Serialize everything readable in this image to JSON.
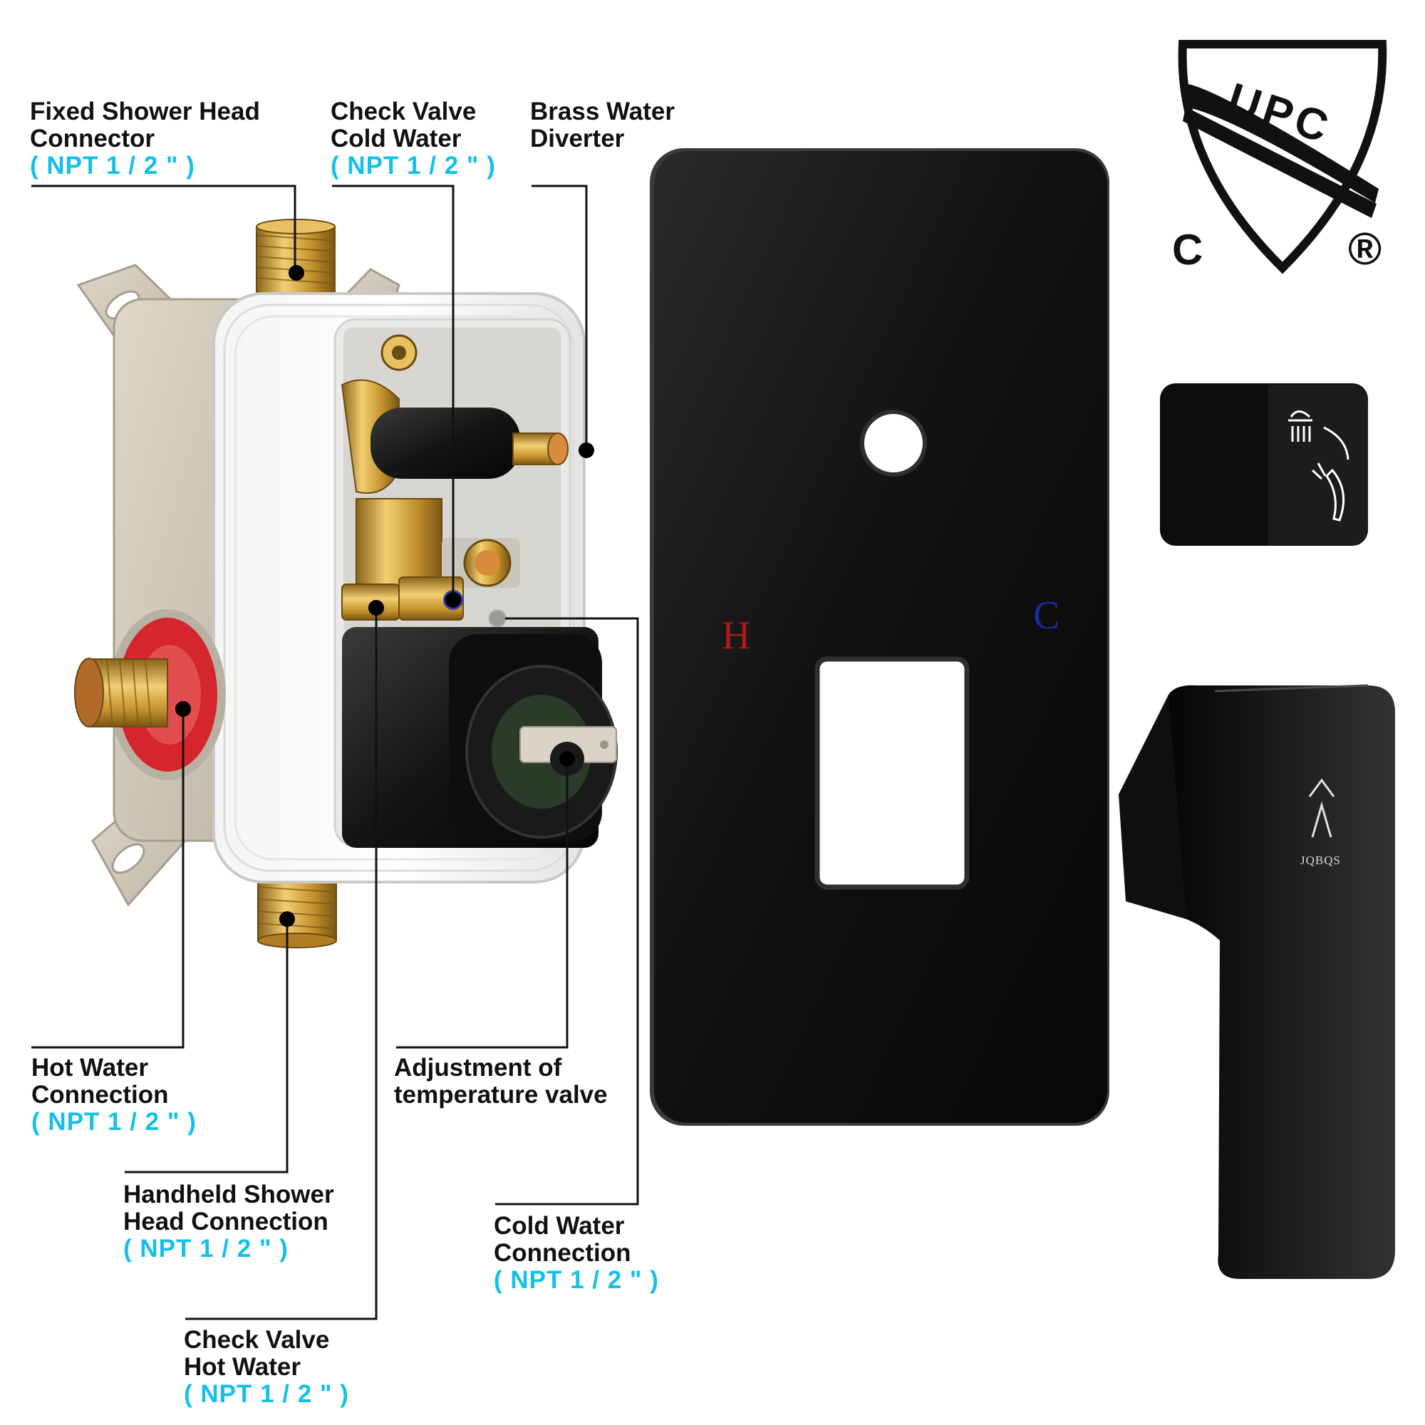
{
  "callouts": [
    {
      "id": "fixed-shower-head-connector",
      "lines": [
        "Fixed Shower Head",
        "Connector"
      ],
      "spec": "( NPT 1 / 2 \" )"
    },
    {
      "id": "check-valve-cold-water",
      "lines": [
        "Check Valve",
        "Cold Water"
      ],
      "spec": "( NPT 1 / 2 \" )"
    },
    {
      "id": "brass-water-diverter",
      "lines": [
        "Brass Water",
        "Diverter"
      ],
      "spec": ""
    },
    {
      "id": "hot-water-connection",
      "lines": [
        "Hot Water",
        "Connection"
      ],
      "spec": "( NPT 1 / 2 \" )"
    },
    {
      "id": "adjustment-of-temperature-valve",
      "lines": [
        "Adjustment of",
        "temperature valve"
      ],
      "spec": ""
    },
    {
      "id": "handheld-shower-head-connection",
      "lines": [
        "Handheld Shower",
        "Head Connection"
      ],
      "spec": "( NPT 1 / 2 \" )"
    },
    {
      "id": "cold-water-connection",
      "lines": [
        "Cold Water",
        "Connection"
      ],
      "spec": "( NPT 1 / 2 \" )"
    },
    {
      "id": "check-valve-hot-water",
      "lines": [
        "Check Valve",
        "Hot Water"
      ],
      "spec": "( NPT 1 / 2 \" )"
    }
  ],
  "trim_plate": {
    "hot_mark": "H",
    "cold_mark": "C"
  },
  "handle": {
    "brand": "JQBQS"
  },
  "certification": {
    "mark": "UPC",
    "prefix": "C",
    "registered": "®"
  },
  "colors": {
    "spec_text": "#12c0ea",
    "hot_mark": "#b01818",
    "cold_mark": "#1d2a9c",
    "finish": "#111111",
    "brass": "#c99a3a",
    "label_text": "#111111"
  }
}
